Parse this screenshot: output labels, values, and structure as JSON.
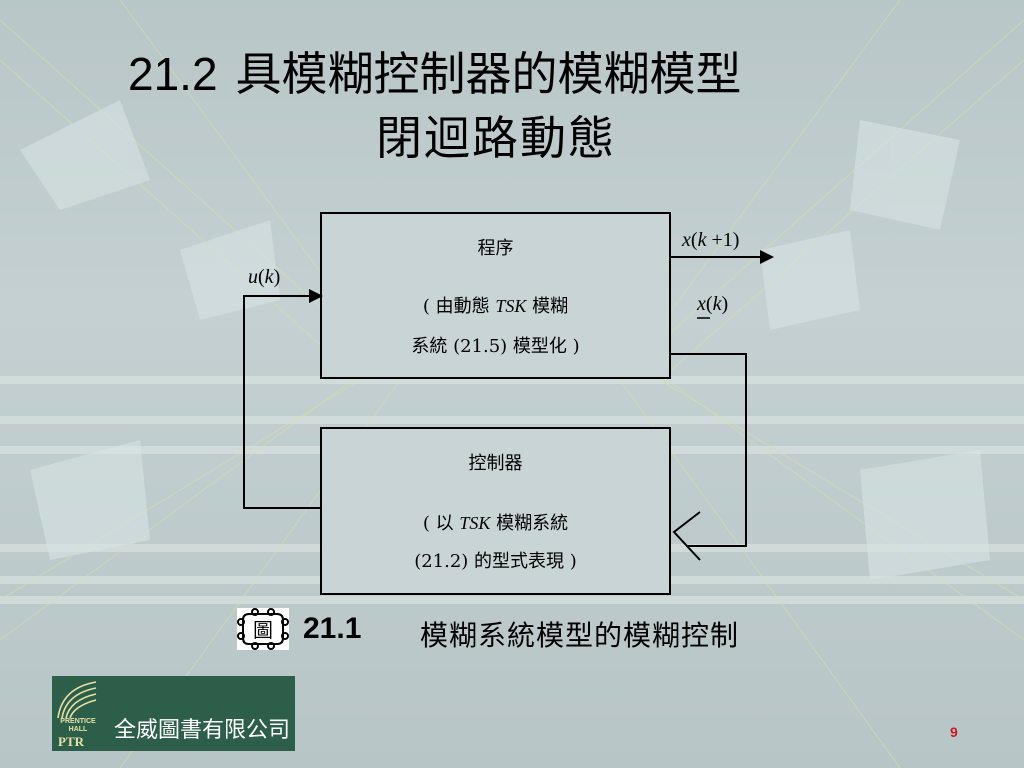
{
  "title": {
    "number": "21.2",
    "line1": "具模糊控制器的模糊模型",
    "line2": "閉迴路動態"
  },
  "diagram": {
    "process": {
      "name": "程序",
      "desc1_a": "( 由動態 ",
      "desc1_b": "TSK",
      "desc1_c": " 模糊",
      "desc2": "系統 (21.5) 模型化 )"
    },
    "controller": {
      "name": "控制器",
      "desc1_a": "( 以 ",
      "desc1_b": "TSK",
      "desc1_c": " 模糊系統",
      "desc2": "(21.2) 的型式表現 )"
    },
    "signals": {
      "x_next_a": "x",
      "x_next_b": "(",
      "x_next_c": "k",
      "x_next_d": " +1)",
      "x_a": "x",
      "x_b": "(",
      "x_c": "k",
      "x_d": ")",
      "u_a": "u",
      "u_b": "(",
      "u_c": "k",
      "u_d": ")"
    }
  },
  "figure": {
    "icon": "figure-glyph-icon",
    "badge_char": "圖",
    "number": "21.1",
    "caption": "模糊系統模型的模糊控制"
  },
  "footer": {
    "logo_prentice": "PRENTICE\nHALL",
    "logo_ptr": "PTR",
    "publisher": "全威圖書有限公司",
    "page_number": "9"
  },
  "colors": {
    "logo_bg": "#2c5e4a",
    "page_number": "#cc1a1a"
  }
}
